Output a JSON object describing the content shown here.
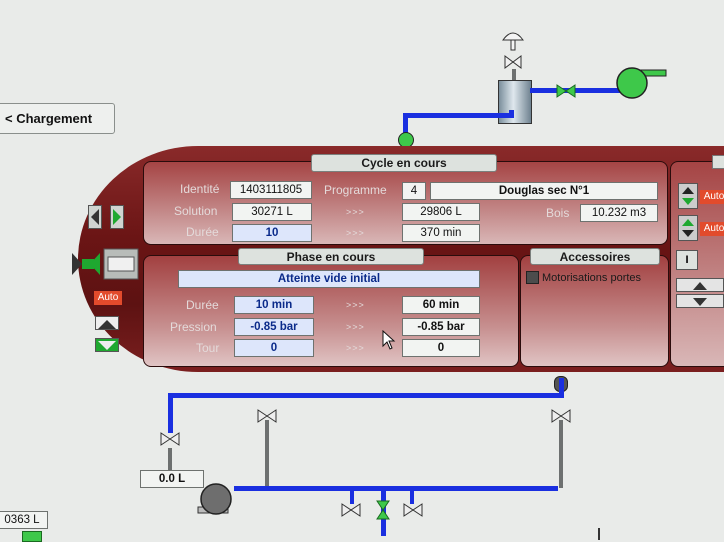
{
  "nav": {
    "back_label": "< Chargement"
  },
  "cycle": {
    "header": "Cycle en cours",
    "identite_label": "Identité",
    "identite_value": "1403111805",
    "programme_label": "Programme",
    "programme_number": "4",
    "programme_name": "Douglas sec N°1",
    "solution_label": "Solution",
    "solution_value": "30271 L",
    "solution_arrows": ">>>",
    "solution_target": "29806 L",
    "bois_label": "Bois",
    "bois_value": "10.232 m3",
    "duree_label": "Durée",
    "duree_value": "10",
    "duree_arrows": ">>>",
    "duree_target": "370 min"
  },
  "phase": {
    "header": "Phase en cours",
    "name": "Atteinte vide initial",
    "duree_label": "Durée",
    "duree_value": "10 min",
    "duree_arrows": ">>>",
    "duree_target": "60 min",
    "pression_label": "Pression",
    "pression_value": "-0.85 bar",
    "pression_arrows": ">>>",
    "pression_target": "-0.85 bar",
    "tour_label": "Tour",
    "tour_value": "0",
    "tour_arrows": ">>>",
    "tour_target": "0"
  },
  "accessoires": {
    "header": "Accessoires",
    "item_label": "Motorisations portes"
  },
  "door": {
    "auto_label": "Auto"
  },
  "right_panel": {
    "auto_label_1": "Auto",
    "auto_label_2": "Auto",
    "indicator": "I"
  },
  "tank_level": {
    "value": "0.0 L"
  },
  "bottom_left": {
    "value": "0363 L"
  },
  "colors": {
    "pipe": "#1a2fe0",
    "tank": "#6b1515",
    "auto": "#e24b2c",
    "pump": "#3ec84a"
  }
}
